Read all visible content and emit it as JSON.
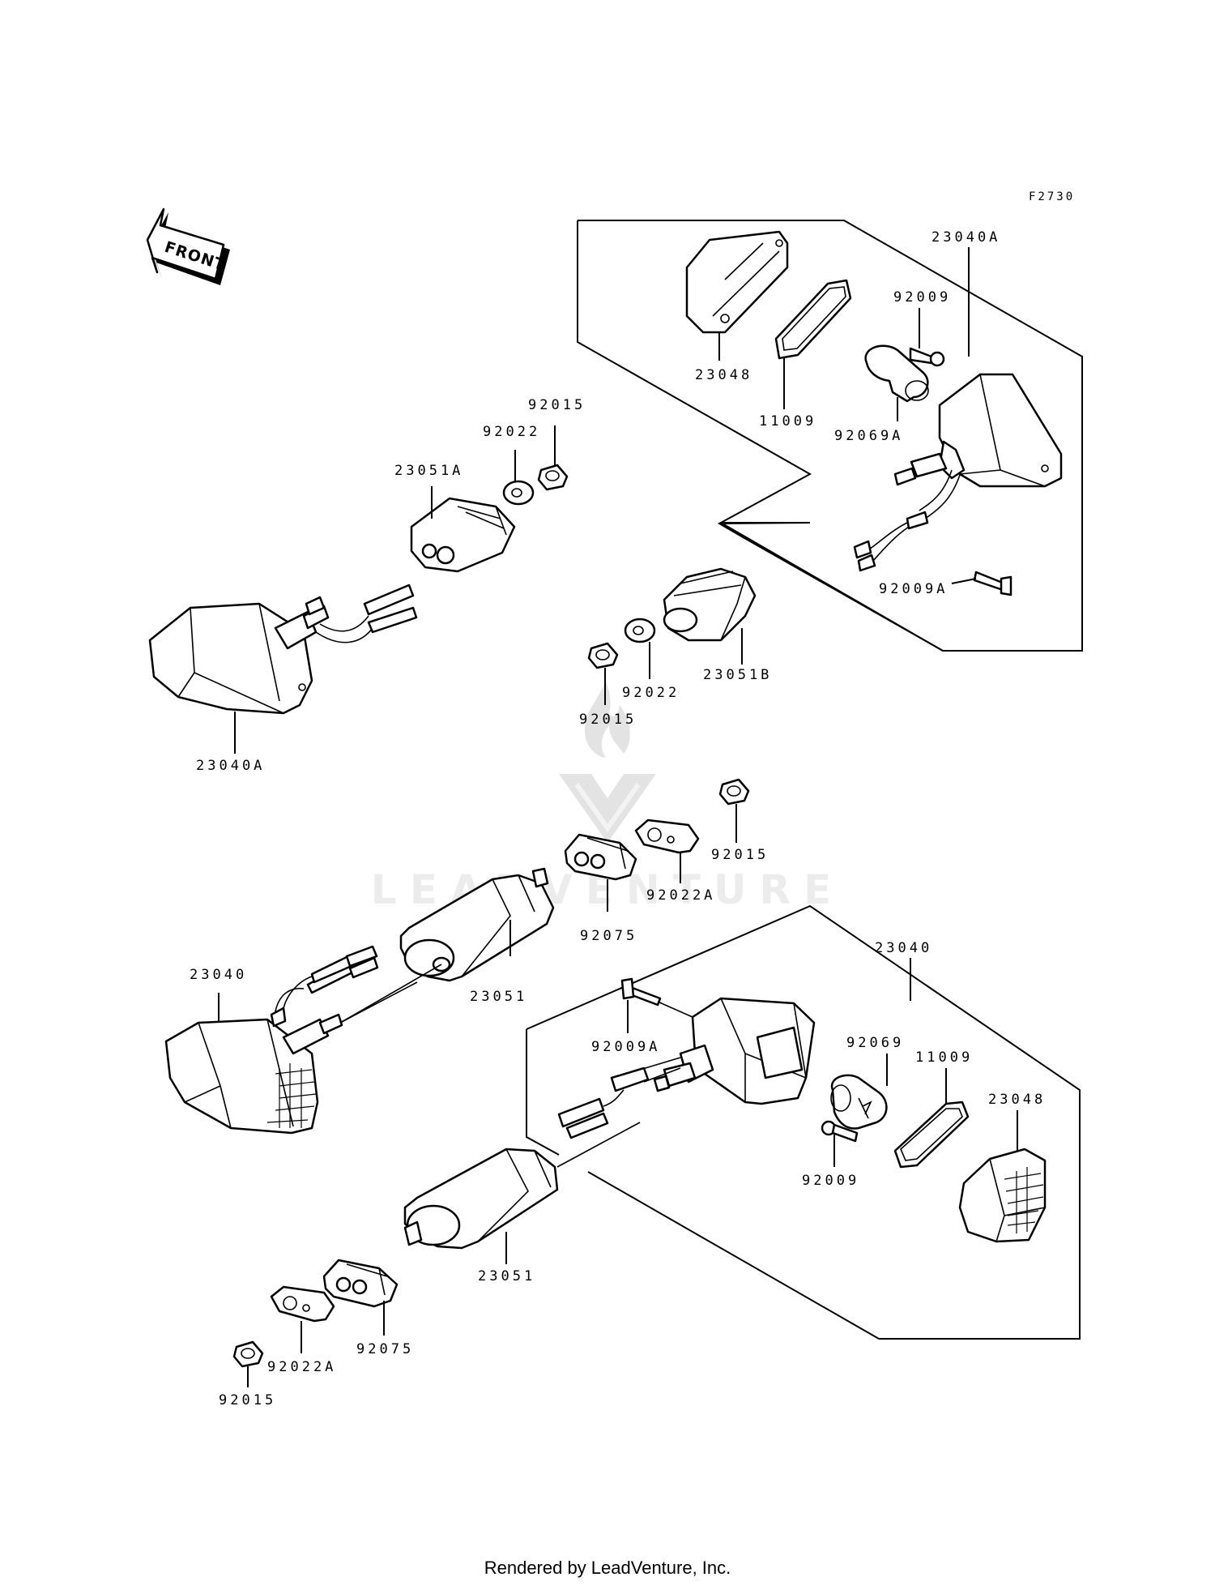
{
  "figure_code": "F2730",
  "front_label": "FRONT",
  "watermark_text": "LEADVENTURE",
  "footer_text": "Rendered by LeadVenture, Inc.",
  "callouts": {
    "c23040A_top": "23040A",
    "c92009_top": "92009",
    "c23048_top": "23048",
    "c11009_top": "11009",
    "c92069A": "92069A",
    "c92015_a": "92015",
    "c92022_a": "92022",
    "c23051A": "23051A",
    "c92009A_top": "92009A",
    "c23051B": "23051B",
    "c92022_b": "92022",
    "c92015_b": "92015",
    "c23040A_left": "23040A",
    "c92015_c": "92015",
    "c92022A_c": "92022A",
    "c92075_c": "92075",
    "c23040_left": "23040",
    "c23051_c": "23051",
    "c23040_right": "23040",
    "c92009A_bot": "92009A",
    "c92069": "92069",
    "c11009_bot": "11009",
    "c23048_bot": "23048",
    "c92009_bot": "92009",
    "c23051_d": "23051",
    "c92075_d": "92075",
    "c92022A_d": "92022A",
    "c92015_d": "92015"
  },
  "icons": [
    "front-arrow-icon",
    "leadventure-logo-icon"
  ]
}
